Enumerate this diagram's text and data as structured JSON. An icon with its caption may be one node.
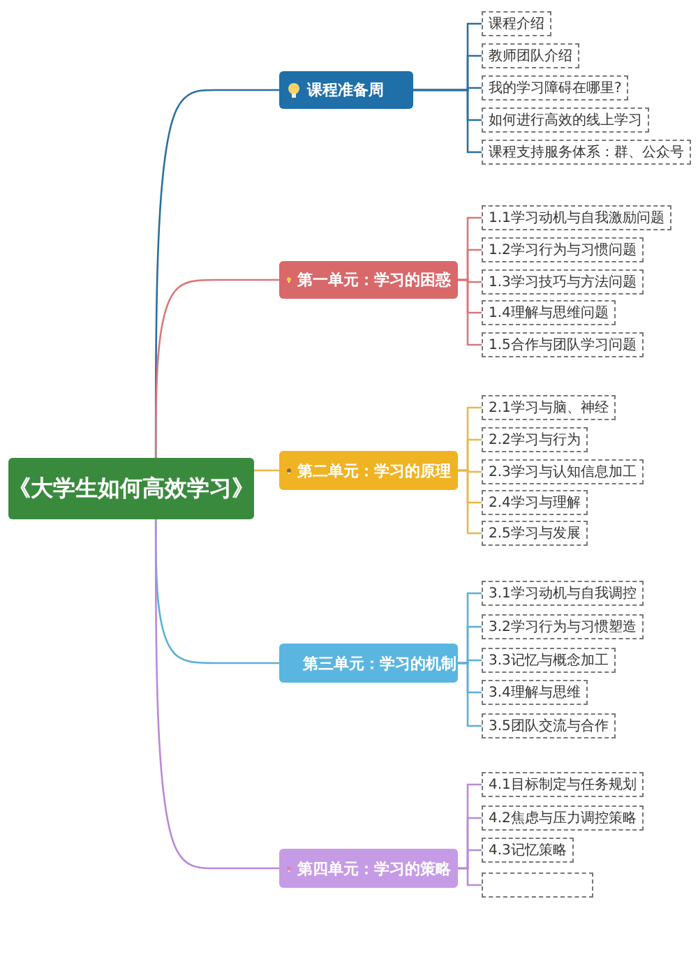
{
  "diagram": {
    "nodes": [
      {
        "text": [
          "《大学生如何高效学习》"
        ]
      },
      {
        "text": [
          "课程准备周"
        ]
      },
      {
        "text": [
          "课程介绍"
        ]
      },
      {
        "text": [
          "教师团队介绍"
        ]
      },
      {
        "text": [
          "我的学习障碍在哪里?"
        ]
      },
      {
        "text": [
          "如何进行高效的线上学习"
        ]
      },
      {
        "text": [
          "课程支持服务体系：群、公众号"
        ]
      },
      {
        "text": [
          "第一单元：学习的困惑"
        ]
      },
      {
        "text": [
          "1.1学习动机与自我激励问题"
        ]
      },
      {
        "text": [
          "1.2学习行为与习惯问题"
        ]
      },
      {
        "text": [
          "1.3学习技巧与方法问题"
        ]
      },
      {
        "text": [
          "1.4理解与思维问题"
        ]
      },
      {
        "text": [
          "1.5合作与团队学习问题"
        ]
      },
      {
        "text": [
          "第二单元：学习的原理"
        ]
      },
      {
        "text": [
          "2.1学习与脑、神经"
        ]
      },
      {
        "text": [
          "2.2学习与行为"
        ]
      },
      {
        "text": [
          "2.3学习与认知信息加工"
        ]
      },
      {
        "text": [
          "2.4学习与理解"
        ]
      },
      {
        "text": [
          "2.5学习与发展"
        ]
      },
      {
        "text": [
          "第三单元：学习的机制"
        ]
      },
      {
        "text": [
          "3.1学习动机与自我调控"
        ]
      },
      {
        "text": [
          "3.2学习行为与习惯塑造"
        ]
      },
      {
        "text": [
          "3.3记忆与概念加工"
        ]
      },
      {
        "text": [
          "3.4理解与思维"
        ]
      },
      {
        "text": [
          "3.5团队交流与合作"
        ]
      },
      {
        "text": [
          "第四单元：学习的策略"
        ]
      },
      {
        "text": [
          "4.1目标制定与任务规划"
        ]
      },
      {
        "text": [
          "4.2焦虑与压力调控策略"
        ]
      },
      {
        "text": [
          "4.3记忆策略"
        ]
      },
      {
        "text": [],
        "shape": "box"
      }
    ],
    "edges": [
      {
        "from": 0,
        "to": 1,
        "arrow": "none",
        "color": "#2a6f9e"
      },
      {
        "from": 1,
        "to": 2,
        "arrow": "none",
        "color": "#2a6f9e"
      },
      {
        "from": 1,
        "to": 3,
        "arrow": "none",
        "color": "#2a6f9e"
      },
      {
        "from": 1,
        "to": 4,
        "arrow": "none",
        "color": "#2a6f9e"
      },
      {
        "from": 1,
        "to": 5,
        "arrow": "none",
        "color": "#2a6f9e"
      },
      {
        "from": 1,
        "to": 6,
        "arrow": "none",
        "color": "#2a6f9e"
      },
      {
        "from": 0,
        "to": 7,
        "arrow": "none",
        "color": "#d9777a"
      },
      {
        "from": 7,
        "to": 8,
        "arrow": "none",
        "color": "#d9777a"
      },
      {
        "from": 7,
        "to": 9,
        "arrow": "none",
        "color": "#d9777a"
      },
      {
        "from": 7,
        "to": 10,
        "arrow": "none",
        "color": "#d9777a"
      },
      {
        "from": 7,
        "to": 11,
        "arrow": "none",
        "color": "#d9777a"
      },
      {
        "from": 7,
        "to": 12,
        "arrow": "none",
        "color": "#d9777a"
      },
      {
        "from": 0,
        "to": 13,
        "arrow": "none",
        "color": "#e8b84a"
      },
      {
        "from": 13,
        "to": 14,
        "arrow": "none",
        "color": "#e8b84a"
      },
      {
        "from": 13,
        "to": 15,
        "arrow": "none",
        "color": "#e8b84a"
      },
      {
        "from": 13,
        "to": 16,
        "arrow": "none",
        "color": "#e8b84a"
      },
      {
        "from": 13,
        "to": 17,
        "arrow": "none",
        "color": "#e8b84a"
      },
      {
        "from": 13,
        "to": 18,
        "arrow": "none",
        "color": "#e8b84a"
      },
      {
        "from": 0,
        "to": 19,
        "arrow": "none",
        "color": "#5ab0d6"
      },
      {
        "from": 19,
        "to": 20,
        "arrow": "none",
        "color": "#5ab0d6"
      },
      {
        "from": 19,
        "to": 21,
        "arrow": "none",
        "color": "#5ab0d6"
      },
      {
        "from": 19,
        "to": 22,
        "arrow": "none",
        "color": "#5ab0d6"
      },
      {
        "from": 19,
        "to": 23,
        "arrow": "none",
        "color": "#5ab0d6"
      },
      {
        "from": 19,
        "to": 24,
        "arrow": "none",
        "color": "#5ab0d6"
      },
      {
        "from": 0,
        "to": 25,
        "arrow": "none",
        "color": "#b98ad8"
      },
      {
        "from": 25,
        "to": 26,
        "arrow": "none",
        "color": "#b98ad8"
      },
      {
        "from": 25,
        "to": 27,
        "arrow": "none",
        "color": "#b98ad8"
      },
      {
        "from": 25,
        "to": 28,
        "arrow": "none",
        "color": "#b98ad8"
      },
      {
        "from": 25,
        "to": 29,
        "arrow": "none",
        "color": "#b98ad8"
      }
    ]
  }
}
